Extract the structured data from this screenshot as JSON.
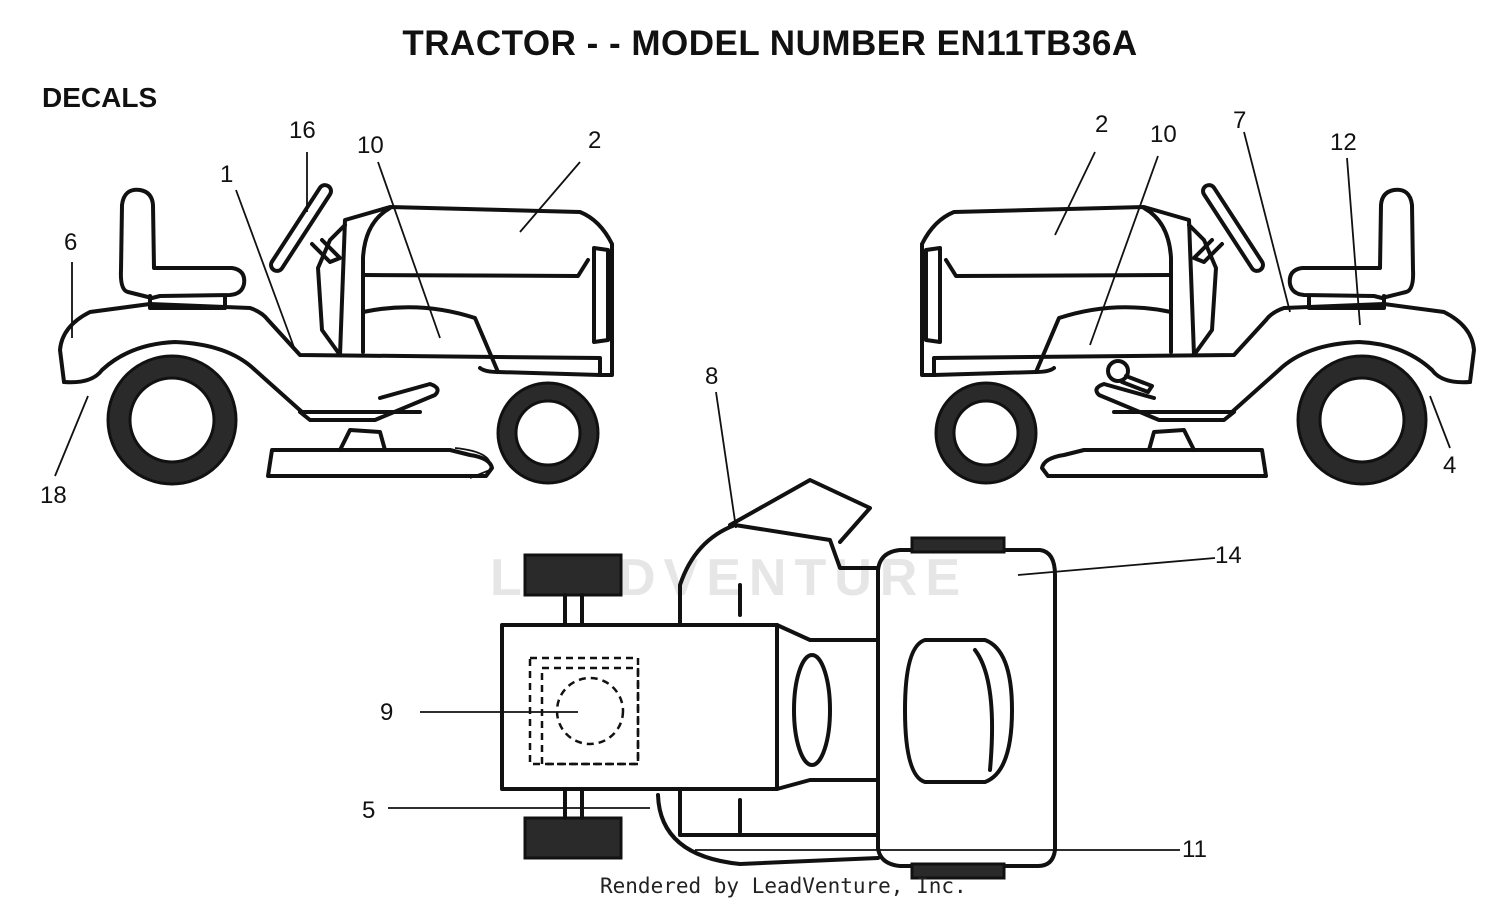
{
  "header": {
    "title": "TRACTOR - - MODEL NUMBER EN11TB36A",
    "section": "DECALS"
  },
  "watermark": "LEADVENTURE",
  "footer": {
    "credit": "Rendered by LeadVenture, Inc."
  },
  "callouts": {
    "c16": "16",
    "c1": "1",
    "c10a": "10",
    "c2a": "2",
    "c6": "6",
    "c18": "18",
    "c2b": "2",
    "c10b": "10",
    "c7": "7",
    "c12": "12",
    "c4": "4",
    "c8": "8",
    "c14": "14",
    "c9": "9",
    "c5": "5",
    "c11": "11"
  }
}
